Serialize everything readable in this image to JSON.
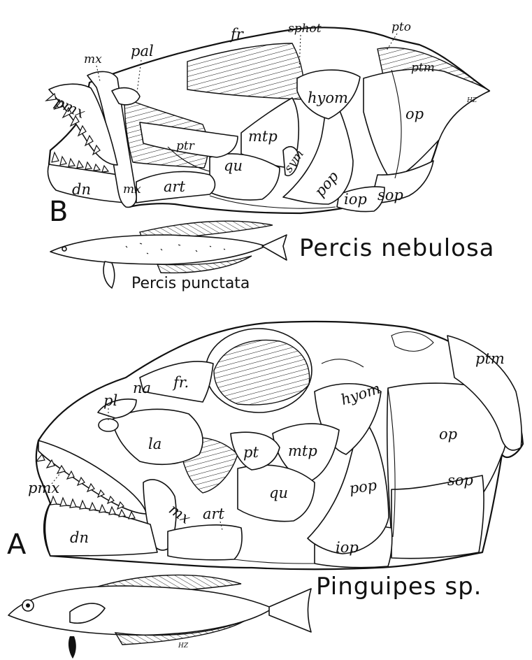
{
  "figure_b": {
    "panel_letter": "B",
    "species_main": "Percis nebulosa",
    "species_small": "Percis punctata",
    "initials": "HZ",
    "labels": {
      "mx": "mx",
      "pal": "pal",
      "fr": "fr",
      "sphot": "sphot",
      "pto": "pto",
      "ptm": "ptm",
      "pmx": "pmx",
      "ptr": "ptr",
      "mtp": "mtp",
      "hyom": "hyom",
      "op": "op",
      "sym": "sym",
      "pop": "pop",
      "qu": "qu",
      "art": "art",
      "dn": "dn",
      "mx2": "mx",
      "iop": "iop",
      "sop": "sop"
    }
  },
  "figure_a": {
    "panel_letter": "A",
    "species_main": "Pinguipes sp.",
    "initials": "HZ",
    "labels": {
      "pl": "pl",
      "na": "na",
      "fr": "fr.",
      "ptm": "ptm",
      "hyom": "hyom",
      "la": "la",
      "op": "op",
      "mtp": "mtp",
      "pt": "pt",
      "pmx": "pmx",
      "pop": "pop",
      "sop": "sop",
      "qu": "qu",
      "art": "art",
      "mx": "mx",
      "dn": "dn",
      "iop": "iop"
    }
  }
}
